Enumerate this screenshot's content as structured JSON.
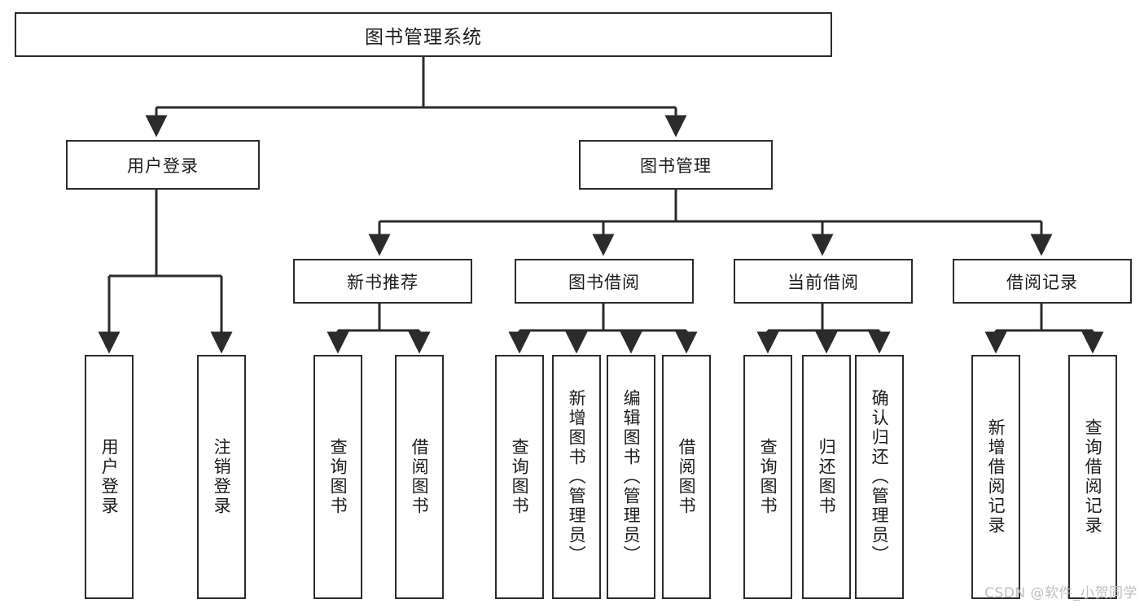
{
  "diagram": {
    "title": "图书管理系统",
    "watermark": "CSDN @软件_小贺同学",
    "colors": {
      "stroke": "#2b2b2b",
      "fill": "#ffffff",
      "text": "#1b1b1b",
      "watermark": "#bfbfbf"
    },
    "root": {
      "label": "图书管理系统"
    },
    "level1": [
      {
        "label": "用户登录"
      },
      {
        "label": "图书管理"
      }
    ],
    "level2": [
      {
        "label": "新书推荐"
      },
      {
        "label": "图书借阅"
      },
      {
        "label": "当前借阅"
      },
      {
        "label": "借阅记录"
      }
    ],
    "leaves": {
      "user_login": [
        {
          "label": "用户登录"
        },
        {
          "label": "注销登录"
        }
      ],
      "new_book": [
        {
          "label": "查询图书"
        },
        {
          "label": "借阅图书"
        }
      ],
      "book_borrow": [
        {
          "label": "查询图书"
        },
        {
          "label": "新增图书（管理员）"
        },
        {
          "label": "编辑图书（管理员）"
        },
        {
          "label": "借阅图书"
        }
      ],
      "current_borrow": [
        {
          "label": "查询图书"
        },
        {
          "label": "归还图书"
        },
        {
          "label": "确认归还（管理员）"
        }
      ],
      "borrow_record": [
        {
          "label": "新增借阅记录"
        },
        {
          "label": "查询借阅记录"
        }
      ]
    }
  }
}
